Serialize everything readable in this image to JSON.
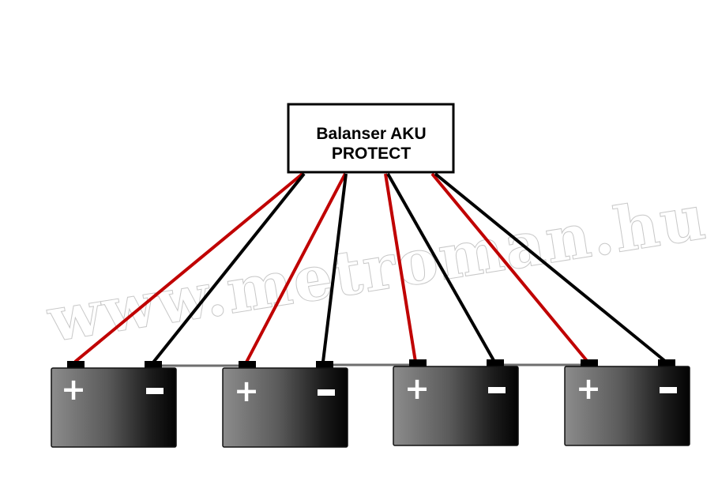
{
  "controller": {
    "line1": "Balanser AKU",
    "line2": "PROTECT"
  },
  "watermark": "www.metroman.hu",
  "colors": {
    "positive_wire": "#c00000",
    "negative_wire": "#000000",
    "box_border": "#000000",
    "battery_light": "#8a8a8a",
    "battery_dark": "#050505"
  },
  "batteries": [
    {
      "id": 1,
      "positive_label": "+",
      "negative_label": "−"
    },
    {
      "id": 2,
      "positive_label": "+",
      "negative_label": "−"
    },
    {
      "id": 3,
      "positive_label": "+",
      "negative_label": "−"
    },
    {
      "id": 4,
      "positive_label": "+",
      "negative_label": "−"
    }
  ],
  "wires": [
    {
      "battery": 1,
      "terminal": "positive",
      "color": "red"
    },
    {
      "battery": 1,
      "terminal": "negative",
      "color": "black"
    },
    {
      "battery": 2,
      "terminal": "positive",
      "color": "red"
    },
    {
      "battery": 2,
      "terminal": "negative",
      "color": "black"
    },
    {
      "battery": 3,
      "terminal": "positive",
      "color": "red"
    },
    {
      "battery": 3,
      "terminal": "negative",
      "color": "black"
    },
    {
      "battery": 4,
      "terminal": "positive",
      "color": "red"
    },
    {
      "battery": 4,
      "terminal": "negative",
      "color": "black"
    }
  ],
  "series_links": [
    {
      "from": "battery-1-negative",
      "to": "battery-2-positive"
    },
    {
      "from": "battery-2-negative",
      "to": "battery-3-positive"
    },
    {
      "from": "battery-3-negative",
      "to": "battery-4-positive"
    }
  ]
}
